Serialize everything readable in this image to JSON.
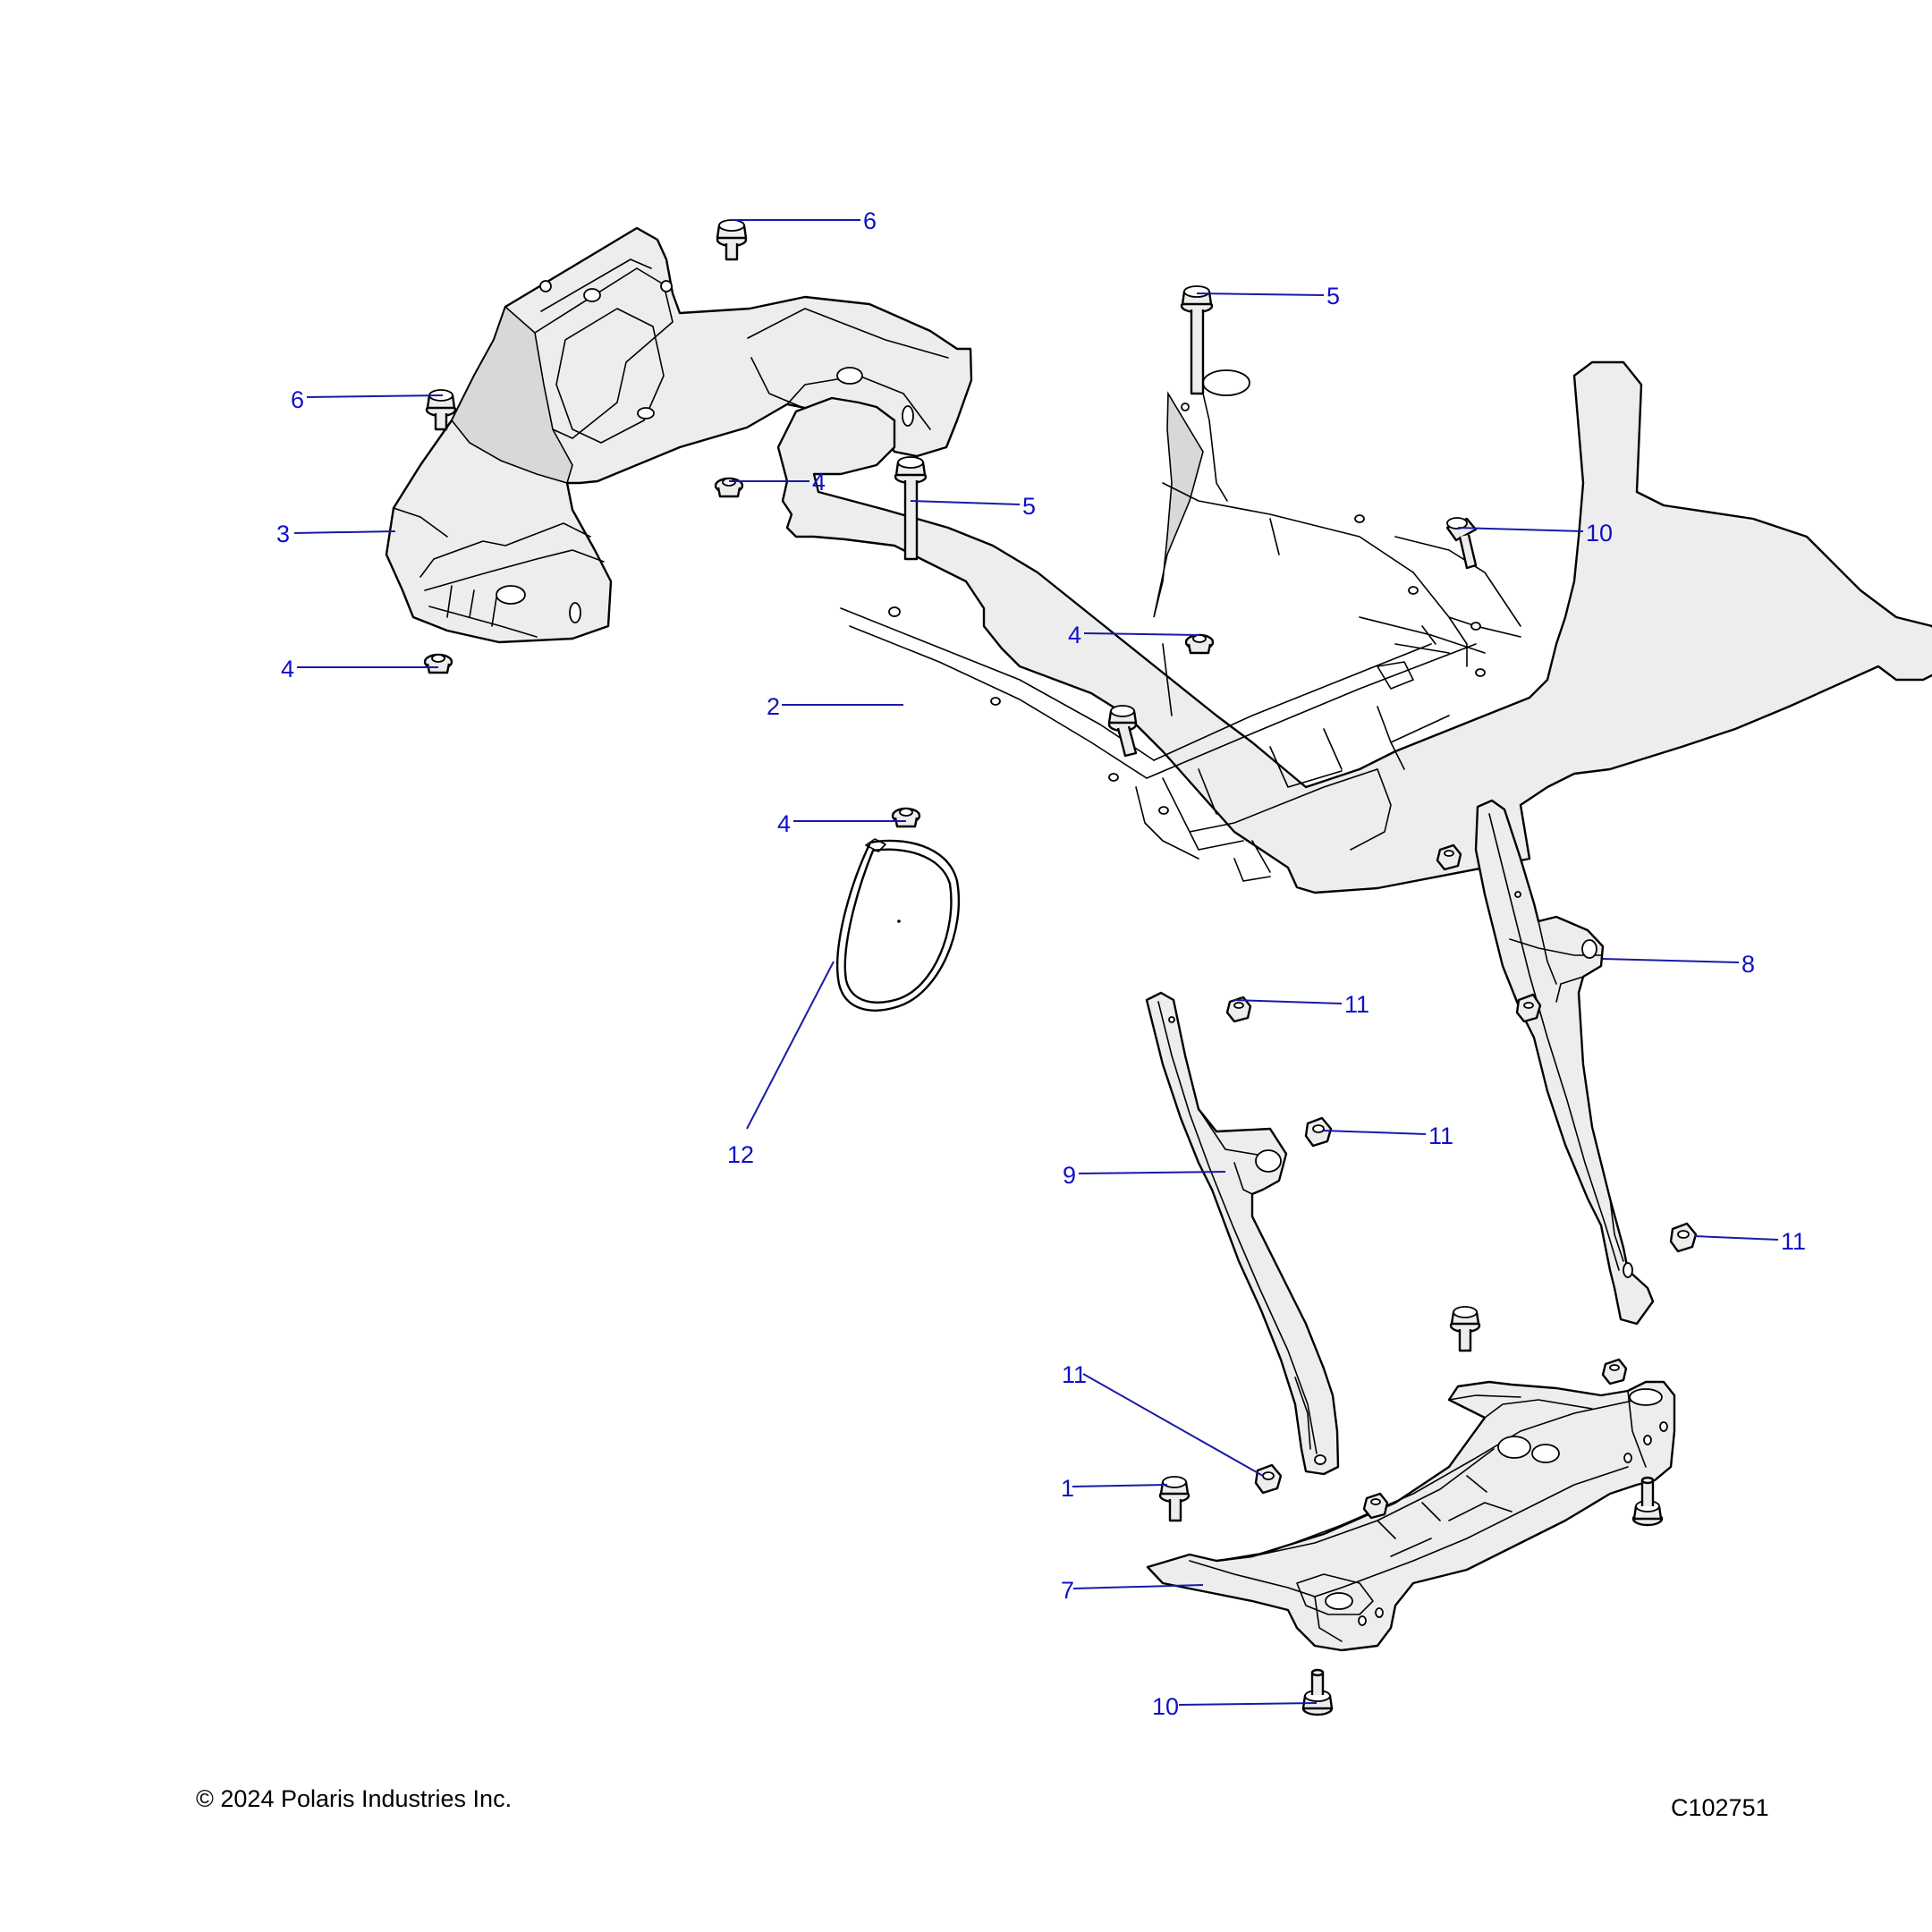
{
  "callouts": {
    "c1": "1",
    "c2": "2",
    "c3": "3",
    "c4": "4",
    "c5": "5",
    "c6": "6",
    "c7": "7",
    "c8": "8",
    "c9": "9",
    "c10": "10",
    "c11": "11",
    "c12": "12"
  },
  "footer": {
    "copyright": "© 2024 Polaris Industries Inc.",
    "figure_id": "C102751"
  }
}
